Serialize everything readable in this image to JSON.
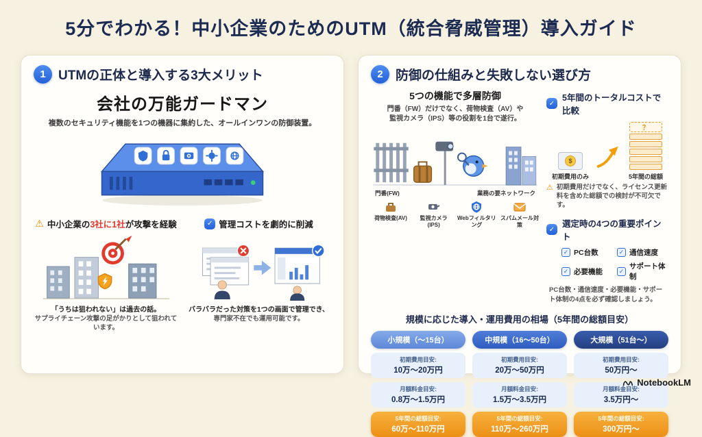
{
  "icons": {
    "check": "✓",
    "warning": "⚠",
    "question": "？",
    "coin": "$"
  },
  "page": {
    "title": "5分でわかる！中小企業のためのUTM（統合脅威管理）導入ガイド",
    "brand": "NotebookLM"
  },
  "left_panel": {
    "number": "1",
    "heading": "UTMの正体と導入する3大メリット",
    "hero_title": "会社の万能ガードマン",
    "hero_desc": "複数のセキュリティ機能を1つの機器に集約した、オールインワンの防御装置。",
    "attack": {
      "title_pre": "中小企業の",
      "title_highlight": "3社に1社",
      "title_post": "が攻撃を経験",
      "caption1": "「うちは狙われない」は過去の話。",
      "caption2": "サプライチェーン攻撃の足がかりとして狙われています。"
    },
    "cost": {
      "title": "管理コストを劇的に削減",
      "caption1": "バラバラだった対策を1つの画面で管理でき、",
      "caption2": "専門家不在でも運用可能です。"
    }
  },
  "right_panel": {
    "number": "2",
    "heading": "防御の仕組みと失敗しない選び方",
    "defense": {
      "title": "5つの機能で多層防御",
      "desc1": "門番（FW）だけでなく、荷物検査（AV）や",
      "desc2": "監視カメラ（IPS）等の役割を1台で遂行。",
      "gate_label": "門番(FW)",
      "network_label": "業務の要ネットワーク",
      "items": [
        {
          "label": "荷物検査(AV)"
        },
        {
          "label": "監視カメラ(IPS)"
        },
        {
          "label": "Webフィルタリング"
        },
        {
          "label": "スパムメール対策"
        }
      ]
    },
    "total_cost": {
      "title": "5年間のトータルコストで比較",
      "left_label": "初期費用のみ",
      "right_label": "5年間の総額",
      "caption": "初期費用だけでなく、ライセンス更新料を含めた総額での検討が不可欠です。"
    },
    "points": {
      "title": "選定時の4つの重要ポイント",
      "items": [
        "PC台数",
        "通信速度",
        "必要機能",
        "サポート体制"
      ],
      "caption": "PC台数・通信速度・必要機能・サポート体制の4点を必ず確認しましょう。"
    },
    "pricing": {
      "title": "規模に応じた導入・運用費用の相場（5年間の総額目安）",
      "row_labels": {
        "initial": "初期費用目安:",
        "monthly": "月額料金目安:",
        "total": "5年間の総額目安:"
      },
      "columns": [
        {
          "header": "小規模（～15台）",
          "initial": "10万～20万円",
          "monthly": "0.8万～1.5万円",
          "total": "60万～110万円"
        },
        {
          "header": "中規模（16～50台）",
          "initial": "20万～50万円",
          "monthly": "1.5万～3.5万円",
          "total": "110万～260万円"
        },
        {
          "header": "大規模（51台～）",
          "initial": "50万円～",
          "monthly": "3.5万円～",
          "total": "300万円～"
        }
      ]
    }
  }
}
